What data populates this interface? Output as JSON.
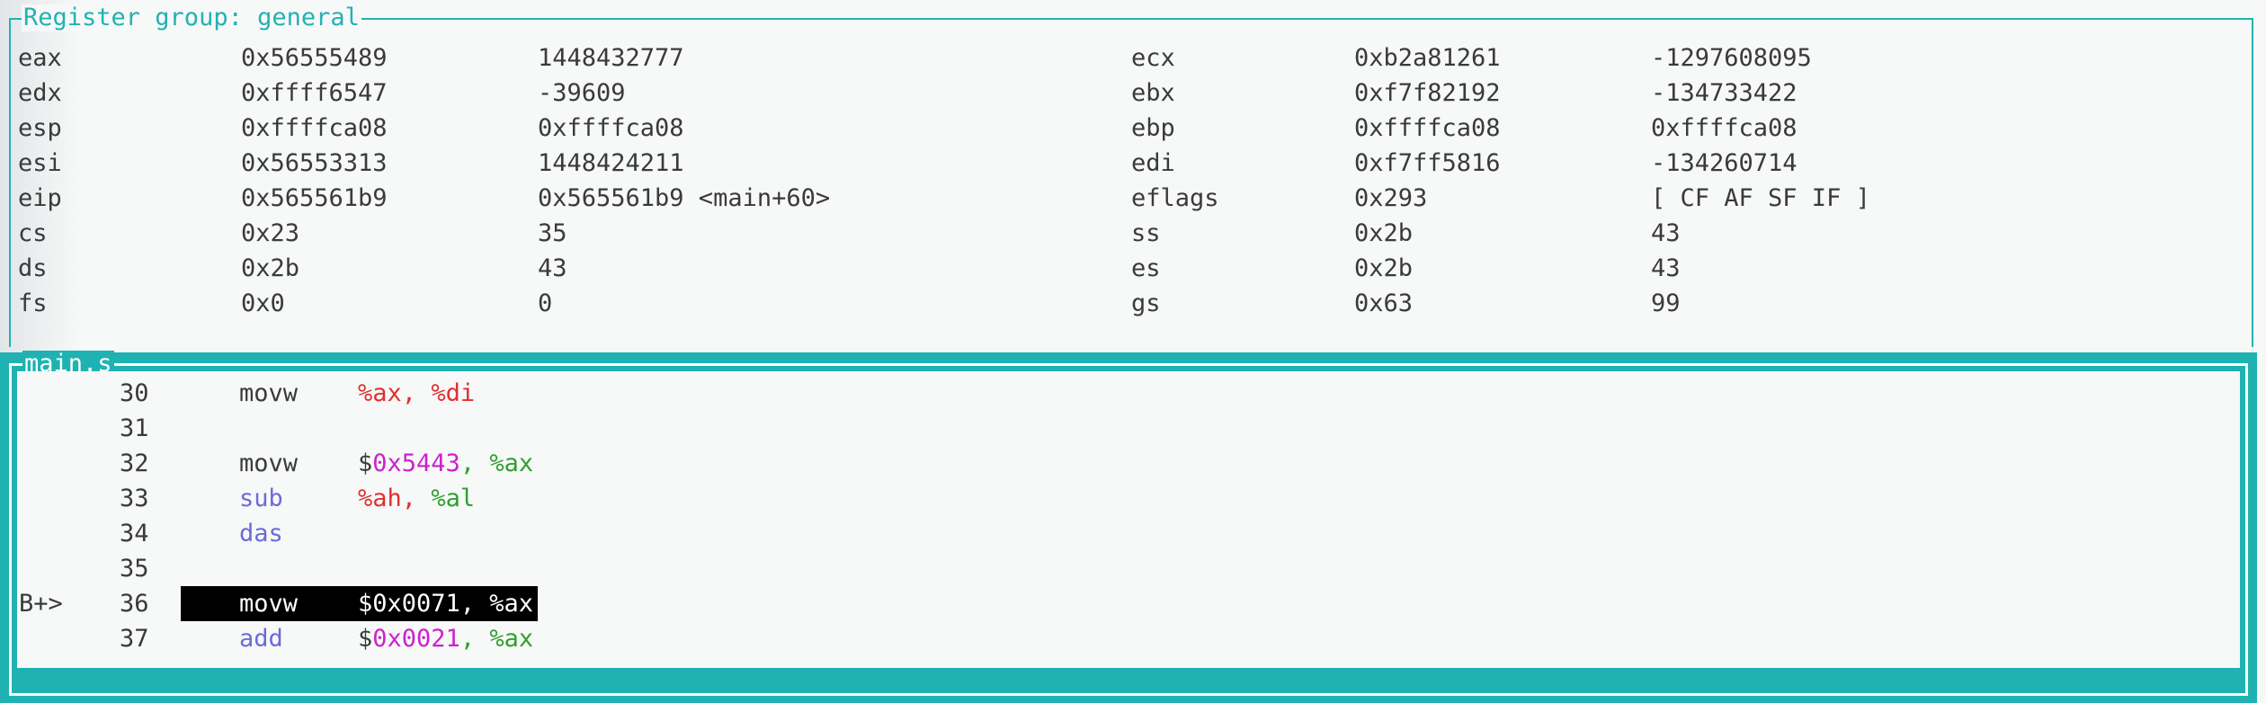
{
  "register_pane": {
    "title": "Register group: general",
    "rows": [
      {
        "left": {
          "name": "eax",
          "hex": "0x56555489",
          "natural": "1448432777"
        },
        "right": {
          "name": "ecx",
          "hex": "0xb2a81261",
          "natural": "-1297608095"
        }
      },
      {
        "left": {
          "name": "edx",
          "hex": "0xffff6547",
          "natural": "-39609"
        },
        "right": {
          "name": "ebx",
          "hex": "0xf7f82192",
          "natural": "-134733422"
        }
      },
      {
        "left": {
          "name": "esp",
          "hex": "0xffffca08",
          "natural": "0xffffca08"
        },
        "right": {
          "name": "ebp",
          "hex": "0xffffca08",
          "natural": "0xffffca08"
        }
      },
      {
        "left": {
          "name": "esi",
          "hex": "0x56553313",
          "natural": "1448424211"
        },
        "right": {
          "name": "edi",
          "hex": "0xf7ff5816",
          "natural": "-134260714"
        }
      },
      {
        "left": {
          "name": "eip",
          "hex": "0x565561b9",
          "natural": "0x565561b9 <main+60>"
        },
        "right": {
          "name": "eflags",
          "hex": "0x293",
          "natural": "[ CF AF SF IF ]"
        }
      },
      {
        "left": {
          "name": "cs",
          "hex": "0x23",
          "natural": "35"
        },
        "right": {
          "name": "ss",
          "hex": "0x2b",
          "natural": "43"
        }
      },
      {
        "left": {
          "name": "ds",
          "hex": "0x2b",
          "natural": "43"
        },
        "right": {
          "name": "es",
          "hex": "0x2b",
          "natural": "43"
        }
      },
      {
        "left": {
          "name": "fs",
          "hex": "0x0",
          "natural": "0"
        },
        "right": {
          "name": "gs",
          "hex": "0x63",
          "natural": "99"
        }
      }
    ]
  },
  "source_pane": {
    "title": "main.s",
    "lines": [
      {
        "marker": "",
        "line_no": "30",
        "mnemonic": "movw",
        "op1": "%ax",
        "sep": ",",
        "op2": "%di"
      },
      {
        "marker": "",
        "line_no": "31",
        "mnemonic": "",
        "op1": "",
        "sep": "",
        "op2": ""
      },
      {
        "marker": "",
        "line_no": "32",
        "mnemonic": "movw",
        "dollar": "$",
        "imm": "0x5443",
        "sep": ",",
        "op2": "%ax"
      },
      {
        "marker": "",
        "line_no": "33",
        "mnemonic": "sub",
        "op1": "%ah",
        "sep": ",",
        "op2": "%al"
      },
      {
        "marker": "",
        "line_no": "34",
        "mnemonic": "das",
        "op1": "",
        "sep": "",
        "op2": ""
      },
      {
        "marker": "",
        "line_no": "35",
        "mnemonic": "",
        "op1": "",
        "sep": "",
        "op2": ""
      },
      {
        "marker": "B+>",
        "line_no": "36",
        "mnemonic": "movw",
        "operands": "$0x0071, %ax",
        "current": true
      },
      {
        "marker": "",
        "line_no": "37",
        "mnemonic": "add",
        "dollar": "$",
        "imm": "0x0021",
        "sep": ",",
        "op2": "%ax"
      }
    ]
  },
  "colors": {
    "frame": "#20b2b2",
    "mnemonic_alt": "#6b6bd6",
    "register_red": "#e03030",
    "register_green": "#2fa02f",
    "immediate": "#cc22cc"
  }
}
